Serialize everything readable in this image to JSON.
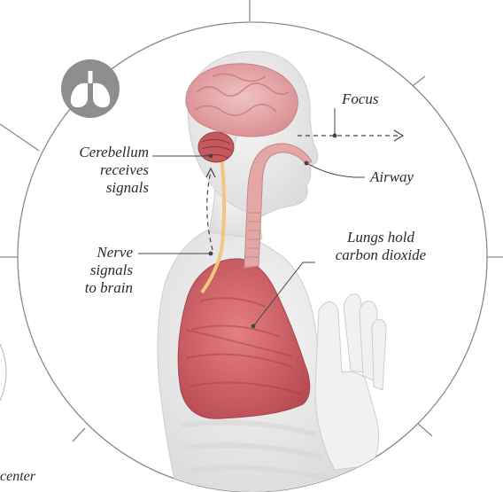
{
  "labels": {
    "focus": "Focus",
    "airway": "Airway",
    "cerebellum": [
      "Cerebellum",
      "receives",
      "signals"
    ],
    "nerve": [
      "Nerve",
      "signals",
      "to brain"
    ],
    "lungs": [
      "Lungs hold",
      "carbon dioxide"
    ],
    "partial_bottom": "center"
  },
  "icons": {
    "badge": "lungs-icon"
  },
  "colors": {
    "badge": "#8e8e8e",
    "lungs": "#cf5c62",
    "brain": "#e7a7a9",
    "nerve": "#f0c77c",
    "airway": "#e2a3a2",
    "body": "#ebebeb",
    "ring": "#8a8a8a"
  }
}
